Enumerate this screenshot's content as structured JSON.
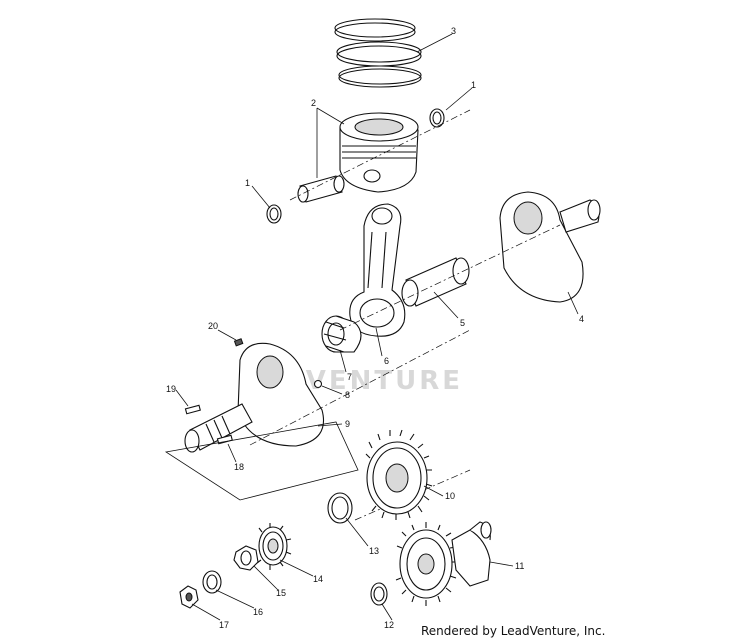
{
  "diagram": {
    "callouts": [
      {
        "id": "c3a",
        "label": "3"
      },
      {
        "id": "c1a",
        "label": "1"
      },
      {
        "id": "c2",
        "label": "2"
      },
      {
        "id": "c1b",
        "label": "1"
      },
      {
        "id": "c4",
        "label": "4"
      },
      {
        "id": "c5",
        "label": "5"
      },
      {
        "id": "c6",
        "label": "6"
      },
      {
        "id": "c7",
        "label": "7"
      },
      {
        "id": "c20",
        "label": "20"
      },
      {
        "id": "c19",
        "label": "19"
      },
      {
        "id": "c8",
        "label": "8"
      },
      {
        "id": "c9",
        "label": "9"
      },
      {
        "id": "c18",
        "label": "18"
      },
      {
        "id": "c10",
        "label": "10"
      },
      {
        "id": "c13",
        "label": "13"
      },
      {
        "id": "c14",
        "label": "14"
      },
      {
        "id": "c15",
        "label": "15"
      },
      {
        "id": "c16",
        "label": "16"
      },
      {
        "id": "c17",
        "label": "17"
      },
      {
        "id": "c11",
        "label": "11"
      },
      {
        "id": "c12",
        "label": "12"
      }
    ],
    "watermark": "ADVENTURE",
    "credit": "Rendered by LeadVenture, Inc."
  },
  "colors": {
    "line": "#111111",
    "watermark": "#d8d8d8",
    "background": "#ffffff"
  }
}
